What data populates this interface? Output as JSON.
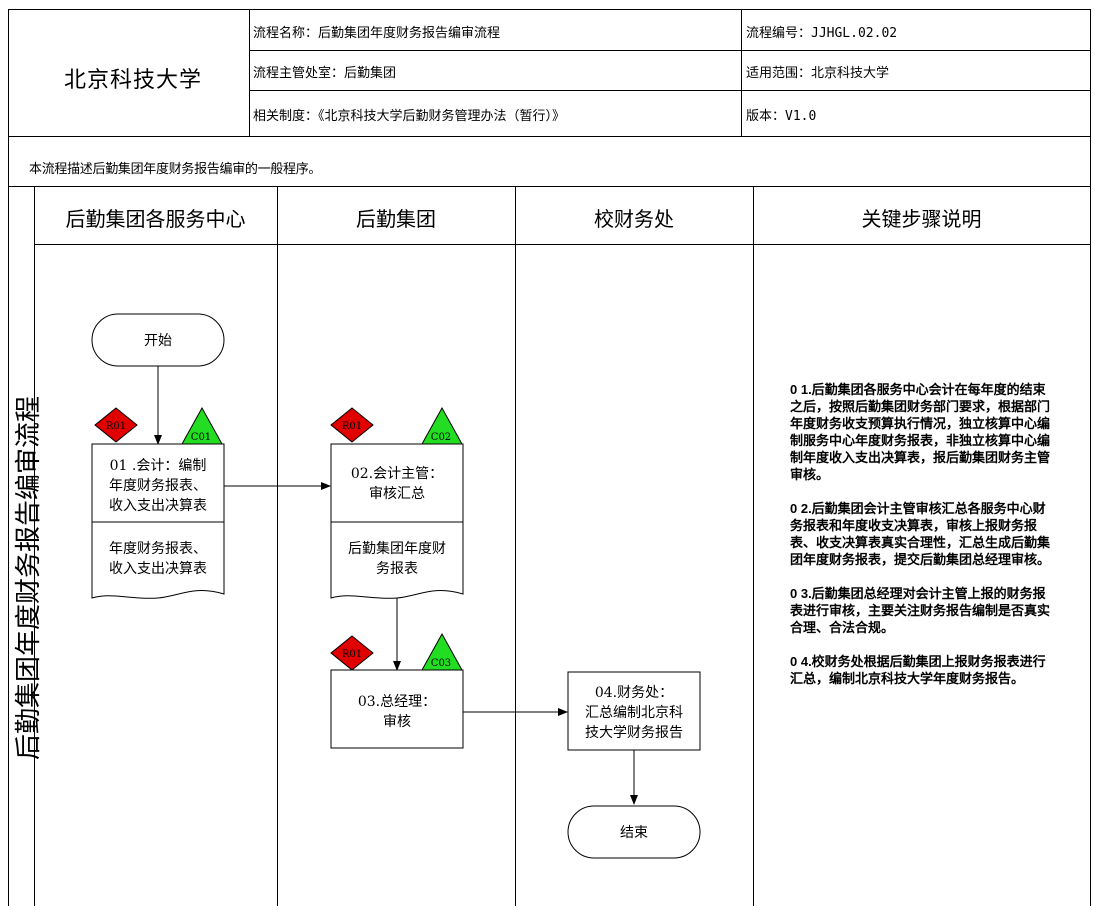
{
  "header": {
    "university": "北京科技大学",
    "process_name": "流程名称：后勤集团年度财务报告编审流程",
    "process_code": "流程编号：JJHGL.02.02",
    "owner_dept": "流程主管处室：后勤集团",
    "scope": "适用范围：北京科技大学",
    "regulation": "相关制度：《北京科技大学后勤财务管理办法（暂行）》",
    "version": "版本：V1.0"
  },
  "description": "本流程描述后勤集团年度财务报告编审的一般程序。",
  "diagram_title": "后勤集团年度财务报告编审流程",
  "lanes": [
    "后勤集团各服务中心",
    "后勤集团",
    "校财务处",
    "关键步骤说明"
  ],
  "nodes": {
    "start": "开始",
    "end": "结束",
    "step1": [
      "01 .会计：编制",
      "年度财务报表、",
      "收入支出决算表"
    ],
    "doc1": [
      "年度财务报表、",
      "收入支出决算表"
    ],
    "step2": [
      "02.会计主管：",
      "审核汇总"
    ],
    "doc2": [
      "后勤集团年度财",
      "务报表"
    ],
    "step3": [
      "03.总经理：",
      "审核"
    ],
    "step4": [
      "04.财务处：",
      "汇总编制北京科",
      "技大学财务报告"
    ]
  },
  "markers": {
    "risk1": "R01",
    "ctrl1": "C01",
    "risk2": "R01",
    "ctrl2": "C02",
    "risk3": "R01",
    "ctrl3": "C03"
  },
  "notes": [
    "0 1.后勤集团各服务中心会计在每年度的结束之后，按照后勤集团财务部门要求，根据部门年度财务收支预算执行情况，独立核算中心编制服务中心年度财务报表，非独立核算中心编制年度收入支出决算表，报后勤集团财务主管审核。",
    "0 2.后勤集团会计主管审核汇总各服务中心财务报表和年度收支决算表，审核上报财务报表、收支决算表真实合理性，汇总生成后勤集团年度财务报表，提交后勤集团总经理审核。",
    "0 3.后勤集团总经理对会计主管上报的财务报表进行审核，主要关注财务报告编制是否真实合理、合法合规。",
    "0 4.校财务处根据后勤集团上报财务报表进行汇总，编制北京科技大学年度财务报告。"
  ],
  "colors": {
    "risk": "#e00000",
    "control": "#22dd22",
    "line": "#000000"
  }
}
